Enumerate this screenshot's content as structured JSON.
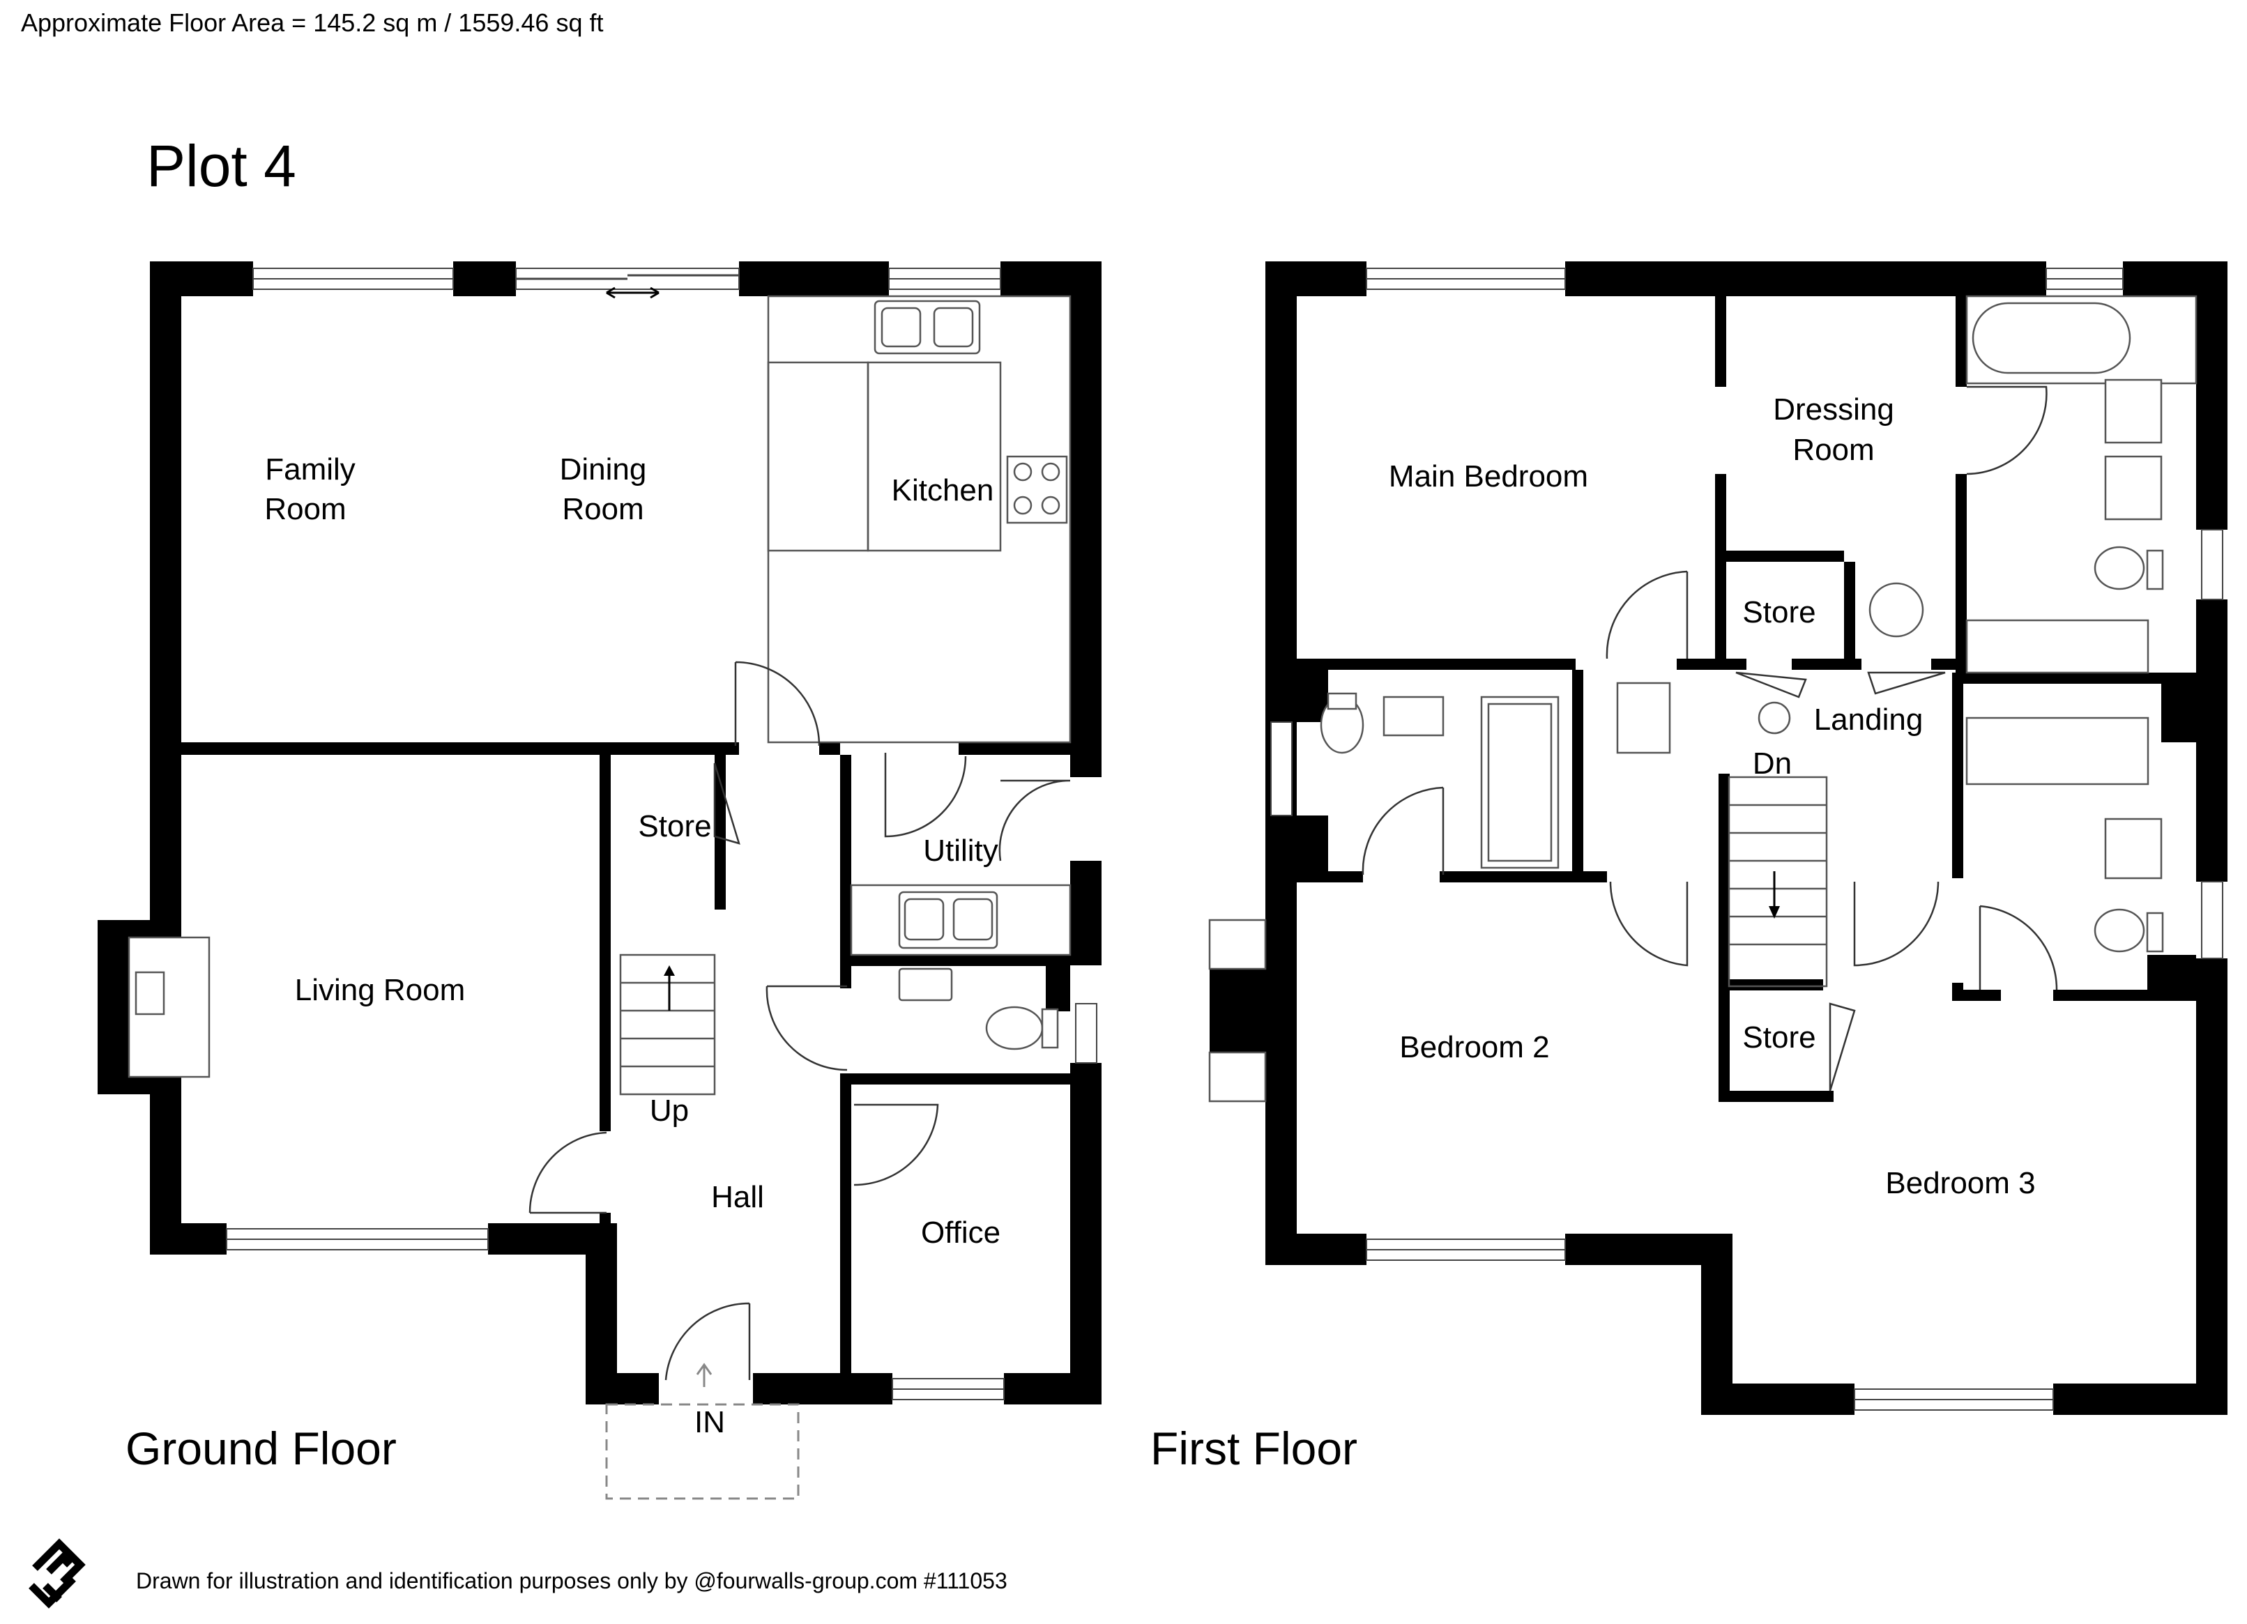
{
  "header": {
    "floor_area": "Approximate Floor Area = 145.2 sq m / 1559.46 sq ft",
    "plot": "Plot 4"
  },
  "ground_floor": {
    "title": "Ground Floor",
    "rooms": {
      "family_room": [
        "Family",
        "Room"
      ],
      "dining_room": [
        "Dining",
        "Room"
      ],
      "kitchen": "Kitchen",
      "store": "Store",
      "utility": "Utility",
      "living_room": "Living Room",
      "hall": "Hall",
      "office": "Office"
    },
    "stairs_label": "Up",
    "entrance_label": "IN"
  },
  "first_floor": {
    "title": "First Floor",
    "rooms": {
      "main_bedroom": "Main Bedroom",
      "dressing_room": [
        "Dressing",
        "Room"
      ],
      "store_upper": "Store",
      "landing": "Landing",
      "bedroom_2": "Bedroom 2",
      "store_lower": "Store",
      "bedroom_3": "Bedroom 3"
    },
    "stairs_label": "Dn"
  },
  "footer": {
    "disclaimer": "Drawn for illustration and identification purposes only by @fourwalls-group.com #111053"
  },
  "icons": {
    "logo": "fourwalls-logo-icon"
  }
}
